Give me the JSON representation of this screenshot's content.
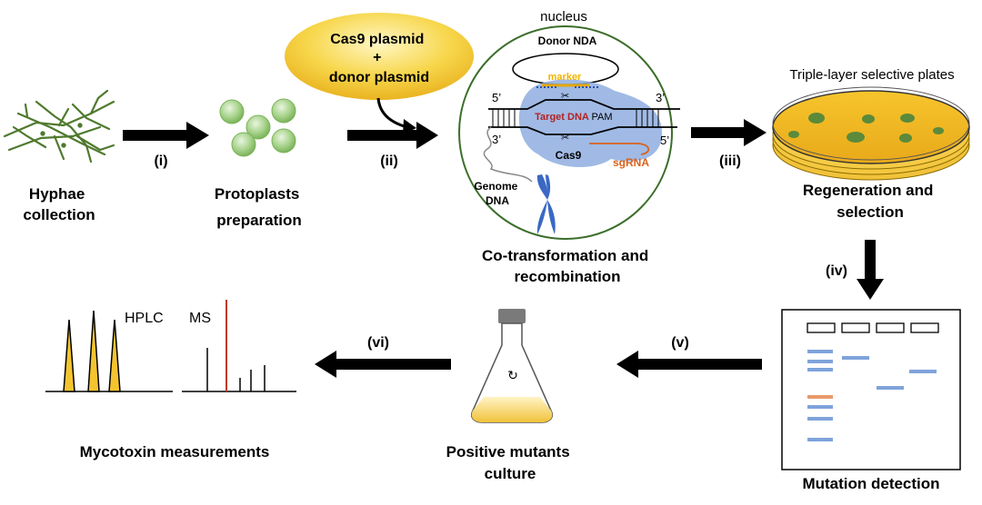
{
  "steps": {
    "i": "(i)",
    "ii": "(ii)",
    "iii": "(iii)",
    "iv": "(iv)",
    "v": "(v)",
    "vi": "(vi)"
  },
  "stages": {
    "hyphae": [
      "Hyphae",
      "collection"
    ],
    "protoplasts": [
      "Protoplasts",
      "preparation"
    ],
    "cotransformation": [
      "Co-transformation and",
      "recombination"
    ],
    "regeneration": [
      "Regeneration and",
      "selection"
    ],
    "mutation": "Mutation detection",
    "culture": [
      "Positive mutants",
      "culture"
    ],
    "mycotoxin": "Mycotoxin measurements"
  },
  "plasmid_label": [
    "Cas9 plasmid",
    "+",
    "donor plasmid"
  ],
  "nucleus": {
    "title": "nucleus",
    "donor": "Donor NDA",
    "marker": "marker",
    "five_prime": "5’",
    "three_prime": "3’",
    "target": "Target DNA",
    "pam": "PAM",
    "cas9": "Cas9",
    "sgrna": "sgRNA",
    "genome": [
      "Genome",
      "DNA"
    ]
  },
  "plates_label": "Triple-layer selective plates",
  "hplc_label": "HPLC",
  "ms_label": "MS",
  "colors": {
    "yellow": "#f4c430",
    "blue": "#7a9fd8",
    "green": "#5b8a3a",
    "red": "#c0392b",
    "orange": "#e08a3c",
    "band": "#7fa3db"
  }
}
